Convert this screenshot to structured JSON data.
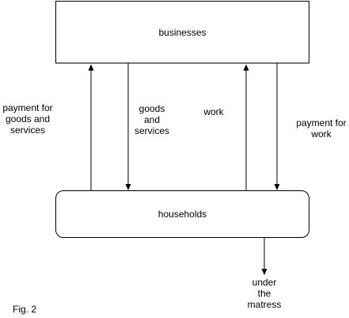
{
  "nodes": {
    "businesses": "businesses",
    "households": "households"
  },
  "flows": {
    "payment_goods": "payment for\ngoods and\nservices",
    "goods_services": "goods\nand\nservices",
    "work": "work",
    "payment_work": "payment for\nwork",
    "savings": "under\nthe\nmatress"
  },
  "caption": "Fig. 2",
  "colors": {
    "line": "#000000",
    "box_fill": "#ffffff"
  }
}
